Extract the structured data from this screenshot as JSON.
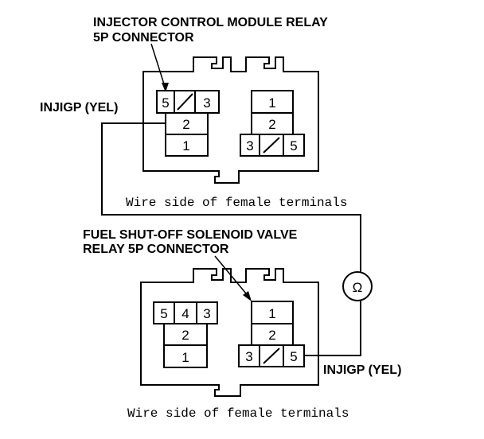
{
  "top": {
    "title_line1": "INJECTOR CONTROL MODULE RELAY",
    "title_line2": "5P CONNECTOR",
    "wire_label": "INJIGP (YEL)",
    "caption": "Wire side of female terminals",
    "left_pins": {
      "a": "5",
      "b": "3",
      "c": "2",
      "d": "1"
    },
    "right_pins": {
      "a": "1",
      "b": "2",
      "c": "3",
      "d": "5"
    }
  },
  "bottom": {
    "title_line1": "FUEL SHUT-OFF SOLENOID VALVE",
    "title_line2": "RELAY 5P CONNECTOR",
    "wire_label": "INJIGP (YEL)",
    "caption": "Wire side of female terminals",
    "left_pins": {
      "a": "5",
      "b": "4",
      "c": "3",
      "d": "2",
      "e": "1"
    },
    "right_pins": {
      "a": "1",
      "b": "2",
      "c": "3",
      "d": "5"
    }
  },
  "meter_symbol": "Ω"
}
